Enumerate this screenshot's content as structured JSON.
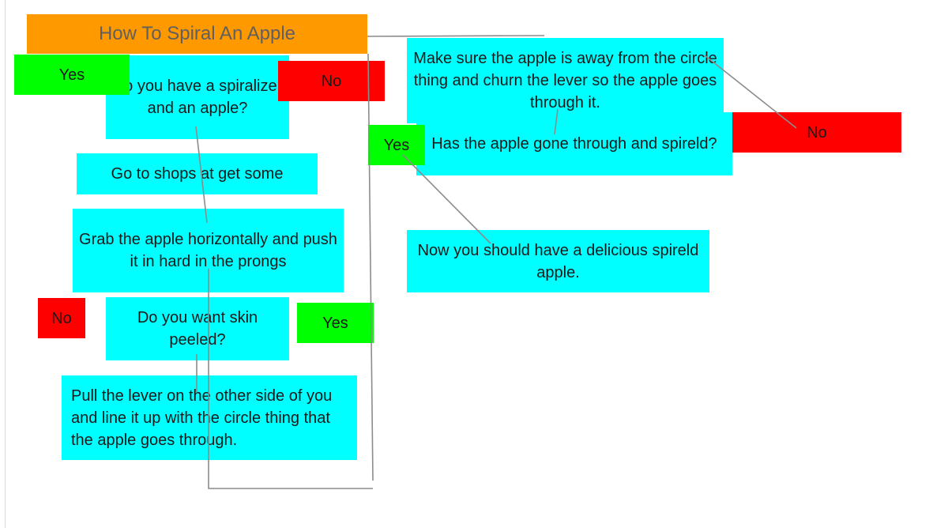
{
  "title": "How To Spiral An Apple",
  "steps": {
    "have_spiralizer": "Do you have a spiralizer and an apple?",
    "go_shops": "Go to shops at get some",
    "grab_apple": "Grab the apple horizontally and push it in hard in the prongs",
    "skin_peeled": "Do you want skin peeled?",
    "pull_lever": "Pull the lever on the other side of you and line it up with the circle thing that the apple goes through.",
    "churn_lever": "Make sure the apple is away from the circle thing and churn the lever so the apple goes through it.",
    "gone_through": "Has the apple gone through and spireld?",
    "delicious": "Now you should have a delicious spireld apple."
  },
  "answers": {
    "yes_1": "Yes",
    "no_1": "No",
    "no_2": "No",
    "yes_2": "Yes",
    "yes_3": "Yes",
    "no_3": "No"
  },
  "colors": {
    "title": "#ff9900",
    "step": "#00ffff",
    "yes": "#00ff00",
    "no": "#ff0000",
    "connector": "#8c8c8c"
  }
}
